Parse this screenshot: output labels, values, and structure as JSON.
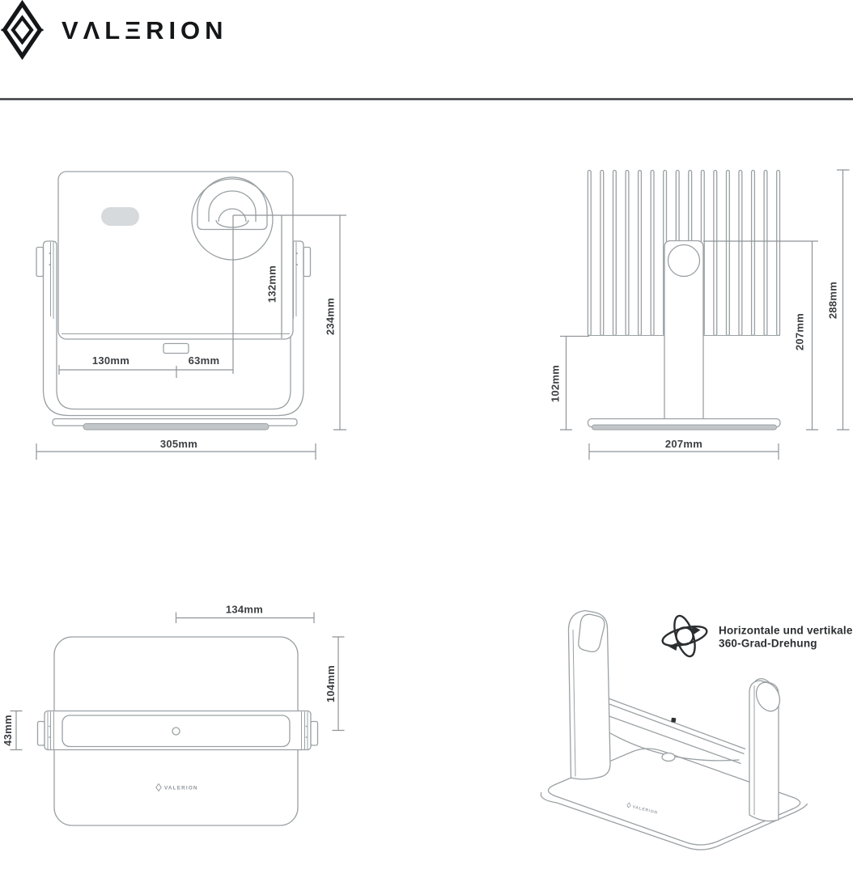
{
  "header": {
    "logo_icon": "valerion-diamond-icon",
    "logo_text": "VΛLΞRION"
  },
  "front_view": {
    "dim_left_to_center": "130mm",
    "dim_center_to_lens": "63mm",
    "dim_lens_to_bottom": "132mm",
    "dim_lens_height": "234mm",
    "dim_total_width": "305mm"
  },
  "back_view": {
    "dim_stand_clearance": "102mm",
    "dim_column_height": "207mm",
    "dim_total_height": "288mm",
    "dim_base_width": "207mm"
  },
  "top_view": {
    "dim_half_width": "134mm",
    "dim_top_to_axis": "104mm",
    "dim_bar_depth": "43mm",
    "logo_icon": "valerion-diamond-icon",
    "logo_text": "VALERION"
  },
  "perspective_view": {
    "rotation_icon": "360-rotation-orbit-icon",
    "caption_line1": "Horizontale und vertikale",
    "caption_line2": "360-Grad-Drehung",
    "base_logo_text": "VALERION"
  },
  "colors": {
    "background": "#ffffff",
    "line": "#9aa0a3",
    "dim_line": "#8f9497",
    "label": "#3d4043",
    "caption": "#2b2e30",
    "logo": "#141618",
    "fill_gray": "#c2c6c9",
    "pill_gray": "#d6dadd"
  }
}
